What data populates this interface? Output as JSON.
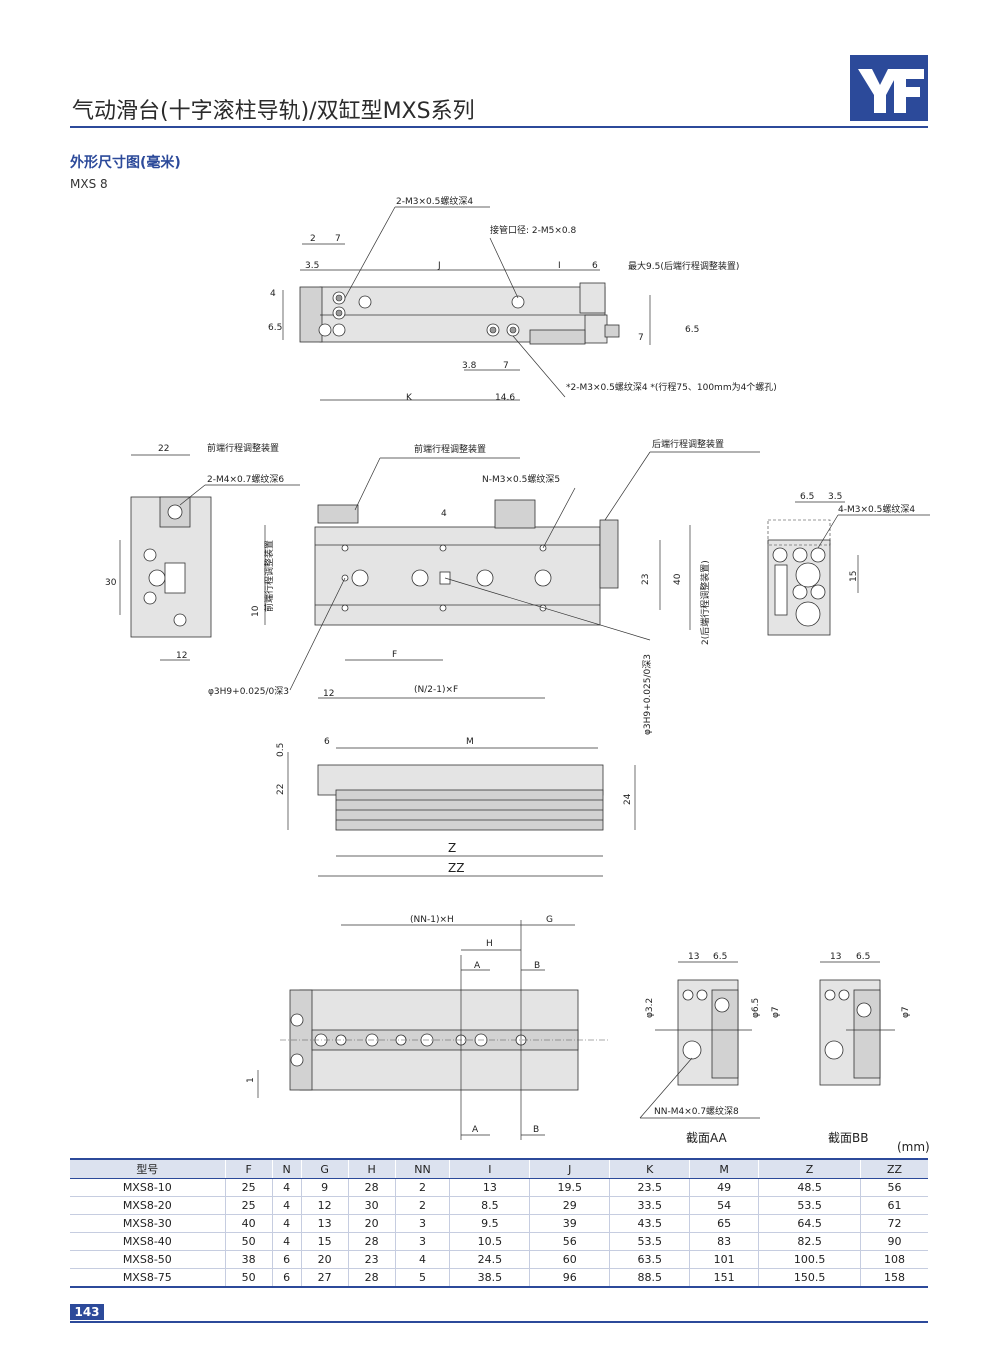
{
  "header": {
    "title": "气动滑台(十字滚柱导轨)/双缸型MXS系列",
    "logo_text": "YF"
  },
  "section": {
    "title": "外形尺寸图(毫米)",
    "model": "MXS 8"
  },
  "drawing_labels": {
    "top": {
      "callout_m3": "2-M3×0.5螺纹深4",
      "port": "接管口径: 2-M5×0.8",
      "max_adjust": "最大9.5(后端行程调整装置)",
      "callout_star": "*2-M3×0.5螺纹深4  *(行程75、100mm为4个螺孔)",
      "d2": "2",
      "d7": "7",
      "d35": "3.5",
      "dJ": "J",
      "dI": "I",
      "d6": "6",
      "d4": "4",
      "d65": "6.5",
      "d7b": "7",
      "d65b": "6.5",
      "d38": "3.8",
      "d7c": "7",
      "dK": "K",
      "d146": "14.6"
    },
    "middle": {
      "front_adjust_left": "前端行程调整装置",
      "front_adjust_mid": "前端行程调整装置",
      "rear_adjust": "后端行程调整装置",
      "m4": "2-M4×0.7螺纹深6",
      "nm3": "N-M3×0.5螺纹深5",
      "m3_side": "4-M3×0.5螺纹深4",
      "d22": "22",
      "d30": "30",
      "d12": "12",
      "d4": "4",
      "d23": "23",
      "d40": "40",
      "d10": "10",
      "vert_front": "前端行程调整装置",
      "vert_rear": "2(后端行程调整装置)",
      "dF": "F",
      "d12b": "12",
      "nf": "(N/2-1)×F",
      "h9_left": "φ3H9+0.025/0深3",
      "h9_right": "φ3H9+0.025/0深3",
      "d65": "6.5",
      "d35": "3.5",
      "d15": "15"
    },
    "side": {
      "d05": "0.5",
      "d6": "6",
      "dM": "M",
      "d22": "22",
      "d24": "24",
      "dZ": "Z",
      "dZZ": "ZZ"
    },
    "bottom": {
      "nnh": "(NN-1)×H",
      "dG": "G",
      "dH": "H",
      "dA": "A",
      "dB": "B",
      "d1": "1",
      "dA2": "A",
      "dB2": "B",
      "d13a": "13",
      "d65a": "6.5",
      "d13b": "13",
      "d65b": "6.5",
      "phi32": "φ3.2",
      "phi65": "φ6.5",
      "phi7a": "φ7",
      "phi7b": "φ7",
      "nnm4": "NN-M4×0.7螺纹深8",
      "section_aa": "截面AA",
      "section_bb": "截面BB"
    }
  },
  "table": {
    "unit": "(mm)",
    "headers": [
      "型号",
      "F",
      "N",
      "G",
      "H",
      "NN",
      "I",
      "J",
      "K",
      "M",
      "Z",
      "ZZ"
    ],
    "rows": [
      [
        "MXS8-10",
        "25",
        "4",
        "9",
        "28",
        "2",
        "13",
        "19.5",
        "23.5",
        "49",
        "48.5",
        "56"
      ],
      [
        "MXS8-20",
        "25",
        "4",
        "12",
        "30",
        "2",
        "8.5",
        "29",
        "33.5",
        "54",
        "53.5",
        "61"
      ],
      [
        "MXS8-30",
        "40",
        "4",
        "13",
        "20",
        "3",
        "9.5",
        "39",
        "43.5",
        "65",
        "64.5",
        "72"
      ],
      [
        "MXS8-40",
        "50",
        "4",
        "15",
        "28",
        "3",
        "10.5",
        "56",
        "53.5",
        "83",
        "82.5",
        "90"
      ],
      [
        "MXS8-50",
        "38",
        "6",
        "20",
        "23",
        "4",
        "24.5",
        "60",
        "63.5",
        "101",
        "100.5",
        "108"
      ],
      [
        "MXS8-75",
        "50",
        "6",
        "27",
        "28",
        "5",
        "38.5",
        "96",
        "88.5",
        "151",
        "150.5",
        "158"
      ]
    ]
  },
  "footer": {
    "page_number": "143"
  },
  "colors": {
    "brand_blue": "#2c4a9a",
    "table_header_bg": "#dce2ef"
  }
}
